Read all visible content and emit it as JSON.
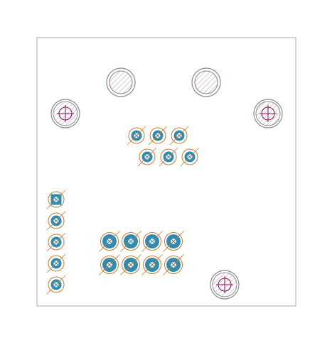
{
  "view": {
    "background": "#ffffff"
  },
  "colors": {
    "board_outline": "#a8a8a8",
    "hole_stroke": "#8c8c8c",
    "hole_hatch": "#8a8a8a",
    "mount_cross": "#8a0a5a",
    "mount_hatch": "#a06a8a",
    "pad_copper": "#2f8bb0",
    "pad_drill": "#ffffff",
    "pad_ring": "#cc7a2a",
    "pad_cross": "#3a7a9a"
  },
  "icons": {
    "mounting_hole_plain": "hatched-circle-icon",
    "mounting_hole_crosshair": "crosshair-hatched-circle-icon",
    "pad_round": "round-pad-icon",
    "pad_square": "square-pad-icon"
  },
  "groups": [
    {
      "name": "mounting-holes-top",
      "count": 2
    },
    {
      "name": "mounting-holes-side",
      "count": 2
    },
    {
      "name": "mounting-hole-bottom-right",
      "count": 1
    },
    {
      "name": "header-pins-left",
      "count": 5
    },
    {
      "name": "connector-pads-upper",
      "count": 6
    },
    {
      "name": "connector-pads-lower",
      "count": 8
    }
  ]
}
